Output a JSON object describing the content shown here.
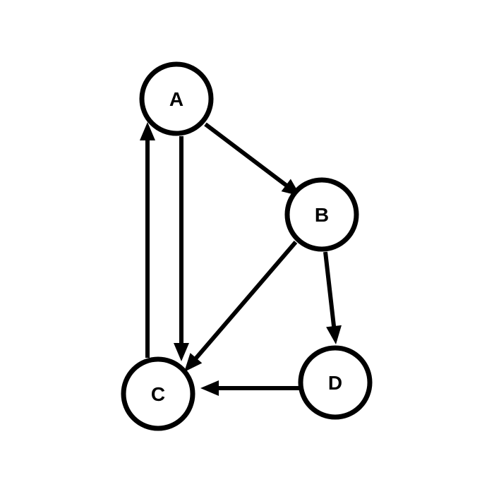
{
  "diagram": {
    "type": "directed-graph",
    "colors": {
      "stroke": "#000000",
      "fill": "#ffffff",
      "background": "#ffffff"
    },
    "nodes": [
      {
        "id": "A",
        "label": "A"
      },
      {
        "id": "B",
        "label": "B"
      },
      {
        "id": "C",
        "label": "C"
      },
      {
        "id": "D",
        "label": "D"
      }
    ],
    "edges": [
      {
        "from": "A",
        "to": "B"
      },
      {
        "from": "A",
        "to": "C"
      },
      {
        "from": "C",
        "to": "A"
      },
      {
        "from": "B",
        "to": "C"
      },
      {
        "from": "B",
        "to": "D"
      },
      {
        "from": "D",
        "to": "C"
      }
    ]
  }
}
